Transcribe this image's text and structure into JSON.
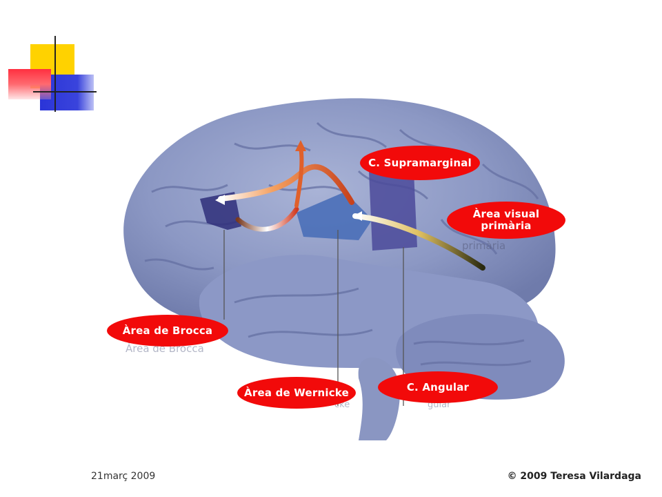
{
  "labels": {
    "supramarginal": "C. Supramarginal",
    "visual_line1": "Àrea visual",
    "visual_line2": "primària",
    "brocca": "Àrea de Brocca",
    "wernicke": "Àrea de Wernicke",
    "angular": "C. Angular"
  },
  "underlay_text": {
    "primaria": "primària",
    "brocca": "Àrea de Brocca",
    "wernicke": "cke",
    "angular": "gular"
  },
  "footer": {
    "date": "21març 2009",
    "copyright": "© 2009 Teresa Vilardaga"
  },
  "colors": {
    "label_fill": "#f20a0a",
    "brain": "#8e9bc6",
    "broca_region": "#2f2f7a",
    "wernicke_region": "#4a6fb8",
    "angular_region": "#4b4a9a"
  }
}
